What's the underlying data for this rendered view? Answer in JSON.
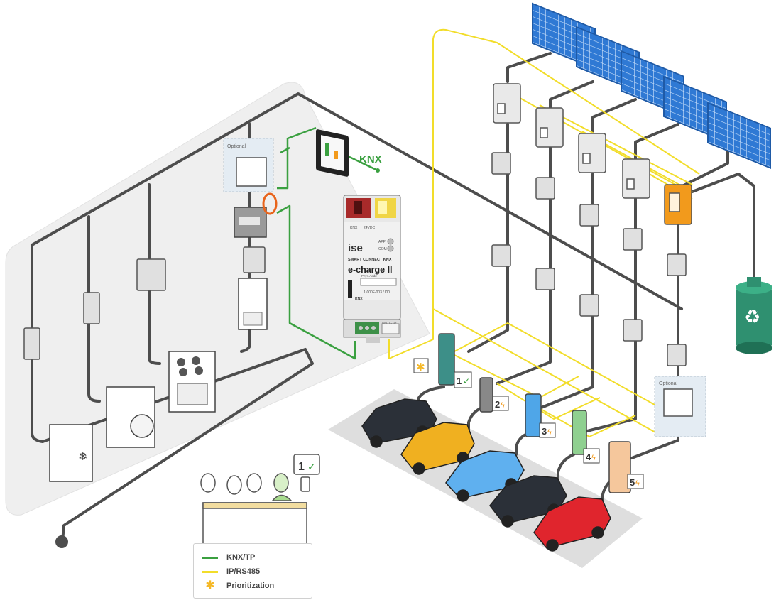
{
  "device": {
    "brand": "ise",
    "product_line": "SMART CONNECT KNX",
    "name": "e-charge II",
    "phys_addr_label": "Phys.Addr:",
    "serial": "1-000F-003 / I00",
    "knx_label": "KNX",
    "voltage_label": "24VDC",
    "app_label": "APP",
    "com_label": "COM",
    "terminal_label": "GND D- D+"
  },
  "knx_logo": "KNX",
  "optional_labels": [
    "Optional",
    "Optional"
  ],
  "station_labels": [
    "1",
    "2",
    "3",
    "4",
    "5"
  ],
  "phone_label": "1",
  "legend": {
    "items": [
      {
        "label": "KNX/TP",
        "color": "#3aa040"
      },
      {
        "label": "IP/RS485",
        "color": "#f2dd2a"
      },
      {
        "label": "Prioritization",
        "icon": "star-icon",
        "color": "#f5b826"
      }
    ]
  },
  "colors": {
    "knx_line": "#3aa040",
    "ip_line": "#f2dd2a",
    "cable": "#4d4d4d",
    "accent_orange": "#f29a1c",
    "solar_blue": "#2f79d4"
  }
}
